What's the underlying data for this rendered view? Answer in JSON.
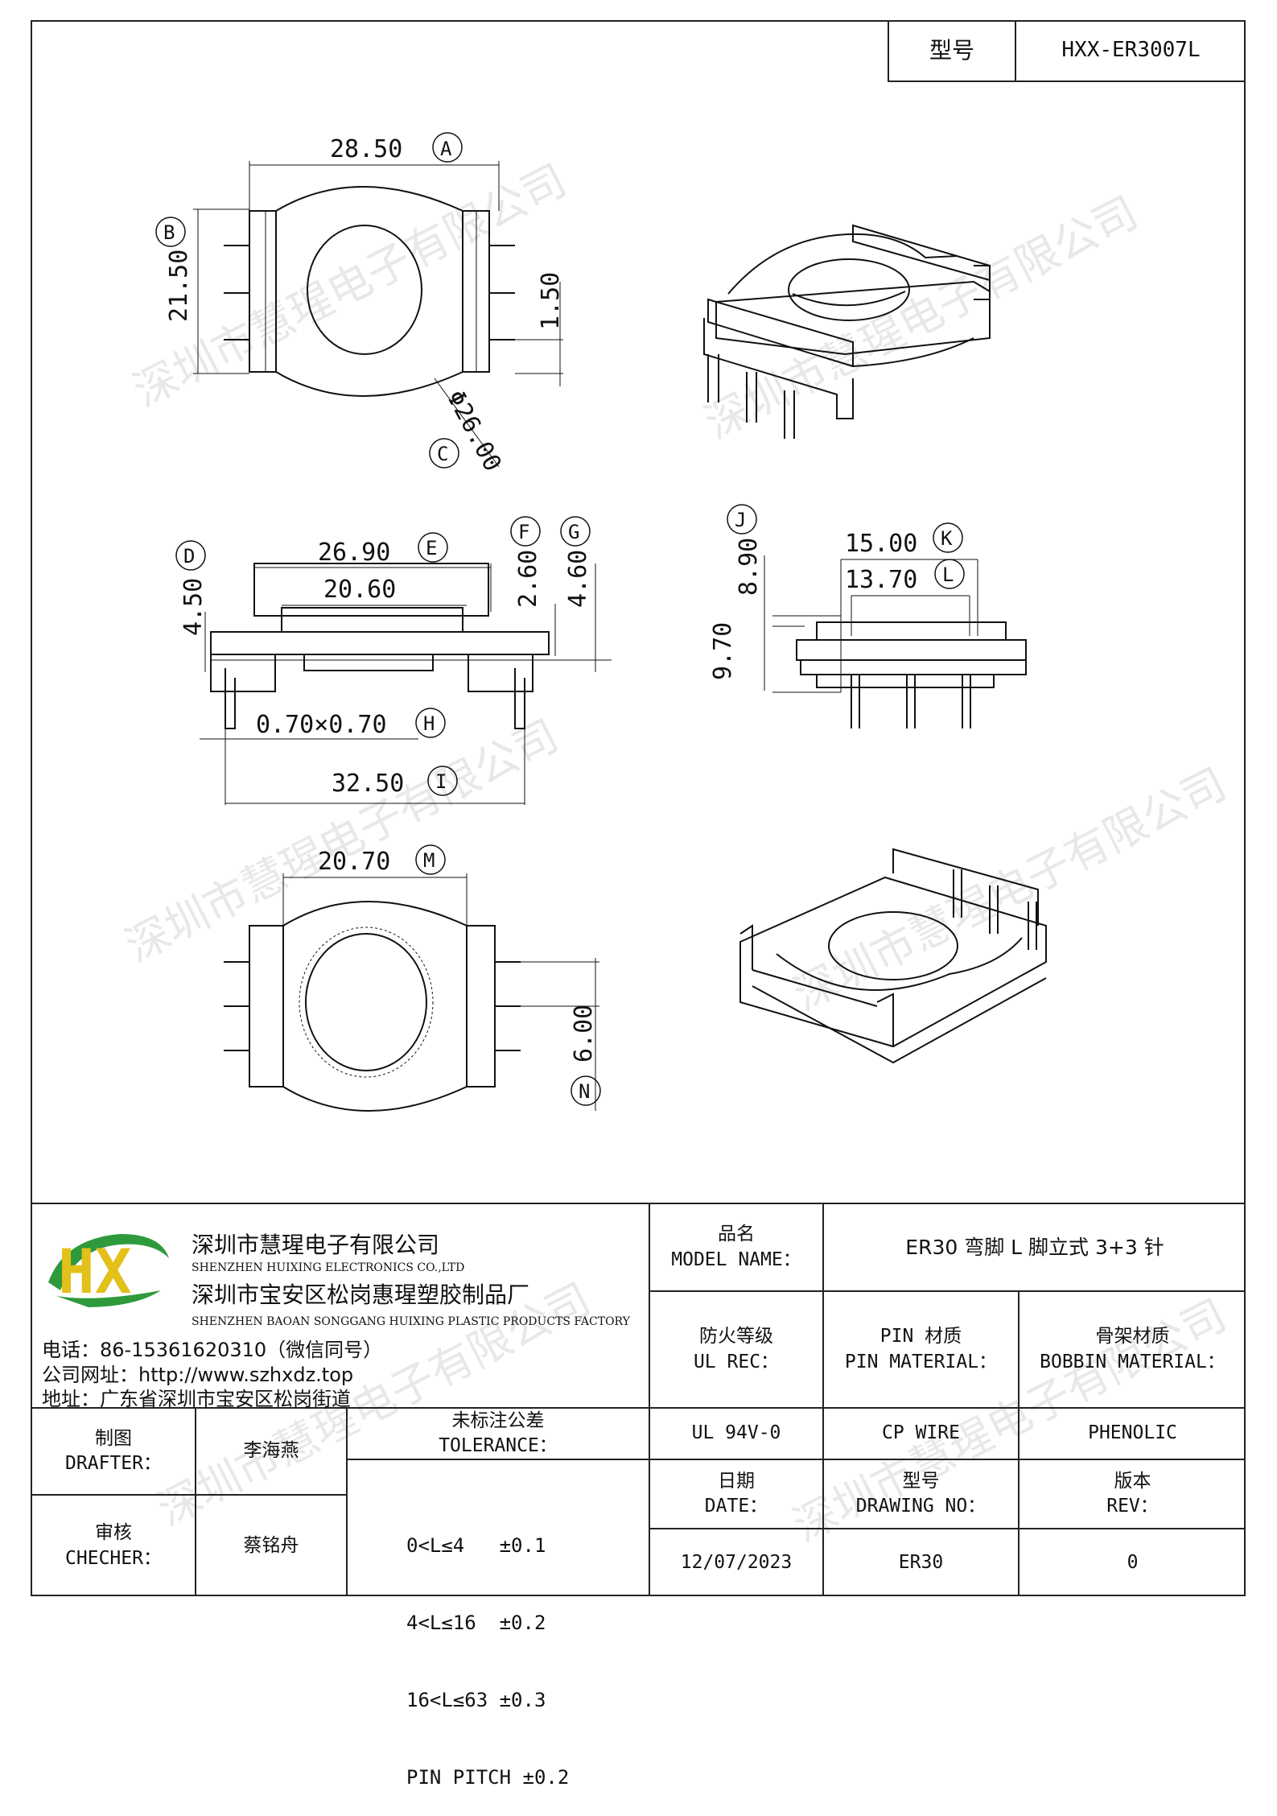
{
  "header": {
    "model_label": "型号",
    "model_value": "HXX-ER3007L"
  },
  "dims": {
    "A": "28.50",
    "A_tag": "A",
    "B": "21.50",
    "B_tag": "B",
    "C": "Φ26.00",
    "C_tag": "C",
    "pin_step": "1.50",
    "D": "4.50",
    "D_tag": "D",
    "E": "26.90",
    "E_tag": "E",
    "inner": "20.60",
    "F": "2.60",
    "F_tag": "F",
    "G": "4.60",
    "G_tag": "G",
    "H": "0.70×0.70",
    "H_tag": "H",
    "I": "32.50",
    "I_tag": "I",
    "J": "8.90",
    "J_tag": "J",
    "side_h": "9.70",
    "K": "15.00",
    "K_tag": "K",
    "L": "13.70",
    "L_tag": "L",
    "M": "20.70",
    "M_tag": "M",
    "N": "6.00",
    "N_tag": "N"
  },
  "company": {
    "name_cn": "深圳市慧瑆电子有限公司",
    "name_en": "SHENZHEN HUIXING ELECTRONICS CO.,LTD",
    "factory_cn": "深圳市宝安区松岗惠瑆塑胶制品厂",
    "factory_en": "SHENZHEN BAOAN SONGGANG HUIXING PLASTIC PRODUCTS FACTORY",
    "phone": "电话：86-15361620310（微信同号）",
    "website": "公司网址：http://www.szhxdz.top",
    "address": "地址：广东省深圳市宝安区松岗街道",
    "logo_text": "HX",
    "colors": {
      "green": "#2e9a3c",
      "yellow": "#e3c01a"
    }
  },
  "title_block": {
    "model_name_cn": "品名",
    "model_name_en": "MODEL NAME：",
    "model_name_value": "ER30 弯脚 L 脚立式 3+3 针",
    "fire_cn": "防火等级",
    "fire_en": "UL REC：",
    "pin_mat_cn": "PIN 材质",
    "pin_mat_en": "PIN MATERIAL：",
    "bobbin_cn": "骨架材质",
    "bobbin_en": "BOBBIN MATERIAL：",
    "fire_value": "UL 94V-0",
    "pin_value": "CP WIRE",
    "bobbin_value": "PHENOLIC",
    "drafter_cn": "制图",
    "drafter_en": "DRAFTER：",
    "drafter_name": "李海燕",
    "checker_cn": "审核",
    "checker_en": "CHECHER：",
    "checker_name": "蔡铭舟",
    "tol_cn": "未标注公差",
    "tol_en": "TOLERANCE：",
    "tol_lines": [
      "0<L≤4   ±0.1",
      "4<L≤16  ±0.2",
      "16<L≤63 ±0.3",
      "PIN PITCH ±0.2"
    ],
    "date_cn": "日期",
    "date_en": "DATE：",
    "dwg_cn": "型号",
    "dwg_en": "DRAWING NO：",
    "rev_cn": "版本",
    "rev_en": "REV：",
    "date_value": "12/07/2023",
    "dwg_value": "ER30",
    "rev_value": "0"
  },
  "watermark": "深圳市慧瑆电子有限公司"
}
